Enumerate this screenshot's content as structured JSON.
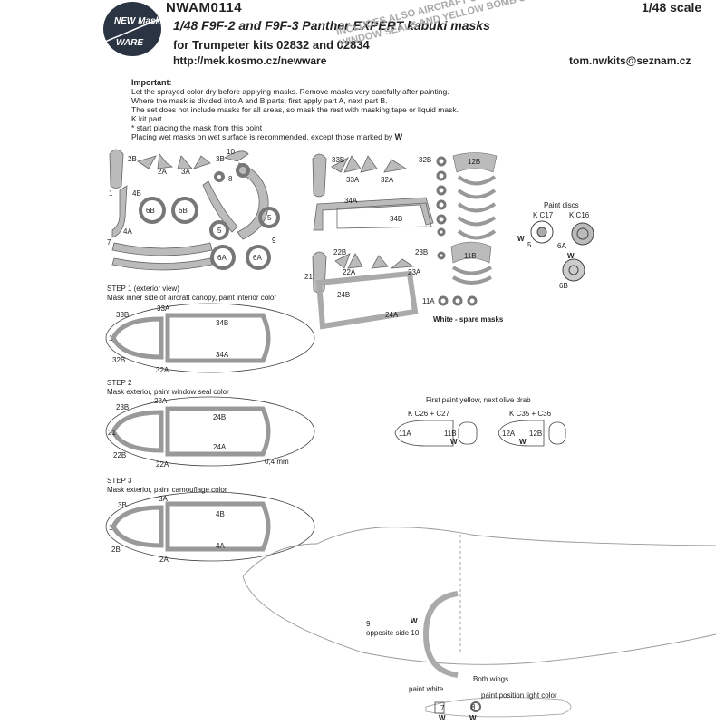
{
  "header": {
    "code": "NWAM0114",
    "scale": "1/48 scale",
    "title": "1/48 F9F-2 and F9F-3 Panther EXPERT kabuki masks",
    "subtitle": "for Trumpeter kits 02832 and 02834",
    "url": "http://mek.kosmo.cz/newware",
    "email": "tom.nwkits@seznam.cz",
    "includes_line1": "INCLUDES ALSO AIRCRAFT CANOPY INTERIOR,",
    "includes_line2": "WINDOW SEALS AND YELLOW BOMB STRIPES MASKS"
  },
  "logo": {
    "line1": "NEW Masks",
    "line2": "WARE"
  },
  "instructions": {
    "heading": "Important:",
    "lines": [
      "Let the sprayed color dry before applying masks. Remove masks very carefully after painting.",
      "Where the mask is divided into A and B parts, first apply part A, next part B.",
      "The set does not include masks for all areas, so mask the rest with masking tape or liquid mask.",
      "K kit part",
      "*  start placing the mask from this point",
      "Placing wet masks on wet surface is recommended, except those marked by"
    ],
    "w_mark": "W"
  },
  "labels": {
    "p2B": "2B",
    "p2A": "2A",
    "p3A": "3A",
    "p3B": "3B",
    "p10": "10",
    "p8": "8",
    "p1": "1",
    "p4B": "4B",
    "p6B_a": "6B",
    "p6B_b": "6B",
    "p4A": "4A",
    "p5_a": "5",
    "p5_b": "5",
    "p7": "7",
    "p9": "9",
    "p6A_a": "6A",
    "p6A_b": "6A",
    "p33B": "33B",
    "p32B": "32B",
    "p33A": "33A",
    "p32A": "32A",
    "p34A": "34A",
    "p34B": "34B",
    "p12B": "12B",
    "p11B": "11B",
    "p22B": "22B",
    "p23B": "23B",
    "p22A": "22A",
    "p23A": "23A",
    "p21": "21",
    "p24B": "24B",
    "p24A": "24A",
    "p11A": "11A"
  },
  "spare": "White - spare masks",
  "paint_discs": {
    "title": "Paint discs",
    "k17": "K C17",
    "k16": "K C16",
    "w": "W",
    "n5": "5",
    "n6A": "6A",
    "n6B": "6B"
  },
  "step1": {
    "title": "STEP 1 (exterior view)",
    "desc": "Mask inner side of aircraft canopy, paint interior color",
    "l33A": "33A",
    "l33B": "33B",
    "l34B": "34B",
    "l34A": "34A",
    "l1": "1",
    "l32B": "32B",
    "l32A": "32A"
  },
  "step2": {
    "title": "STEP 2",
    "desc": "Mask exterior, paint window seal color",
    "l23A": "23A",
    "l23B": "23B",
    "l24B": "24B",
    "l24A": "24A",
    "l21": "21",
    "l22B": "22B",
    "l22A": "22A",
    "dim": "0,4 mm"
  },
  "step3": {
    "title": "STEP 3",
    "desc": "Mask exterior, paint camouflage color",
    "l3A": "3A",
    "l3B": "3B",
    "l4B": "4B",
    "l4A": "4A",
    "l1": "1",
    "l2B": "2B",
    "l2A": "2A"
  },
  "bombs": {
    "title": "First paint yellow, next olive drab",
    "left_kit": "K C26 + C27",
    "right_kit": "K C35 + C36",
    "l11A": "11A",
    "l11B": "11B",
    "l12A": "12A",
    "l12B": "12B",
    "w": "W"
  },
  "fuselage": {
    "n9": "9",
    "opposite": "opposite side 10",
    "w": "W"
  },
  "wings": {
    "title": "Both wings",
    "paint_white": "paint white",
    "paint_position": "paint position light color",
    "n7": "7",
    "n8": "8",
    "w": "W"
  }
}
